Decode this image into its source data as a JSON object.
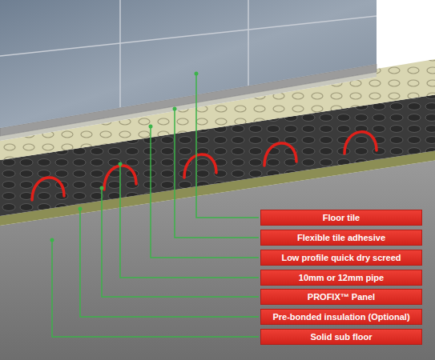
{
  "diagram": {
    "nodes": [
      {
        "text": [
          "Floor tile"
        ]
      },
      {
        "text": [
          "Flexible tile adhesive"
        ]
      },
      {
        "text": [
          "Low profile quick dry screed"
        ]
      },
      {
        "text": [
          "10mm or 12mm pipe"
        ]
      },
      {
        "text": [
          "PROFIX™ Panel"
        ]
      },
      {
        "text": [
          "Pre-bonded insulation (Optional)"
        ]
      },
      {
        "text": [
          "Solid sub floor"
        ]
      }
    ]
  }
}
